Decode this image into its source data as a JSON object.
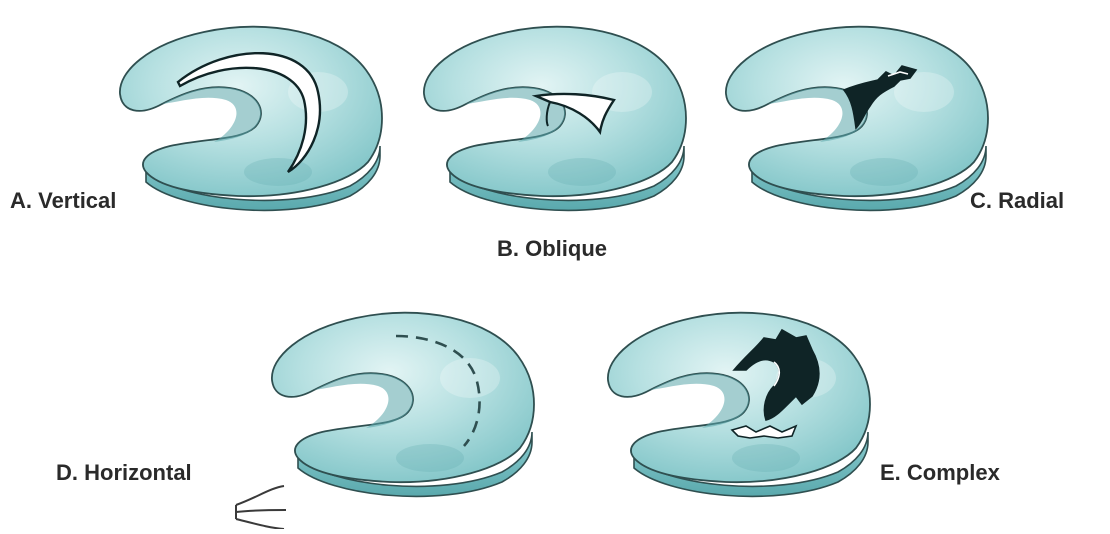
{
  "labels": {
    "vertical": "A. Vertical",
    "oblique": "B. Oblique",
    "radial": "C. Radial",
    "horizontal": "D. Horizontal",
    "complex": "E. Complex"
  },
  "colors": {
    "meniscus_fill": "#a9d9db",
    "meniscus_light": "#d6efef",
    "meniscus_dark": "#5fb2b6",
    "outline": "#2f4f50",
    "tear": "#0f2426",
    "text": "#2a2a2a"
  }
}
